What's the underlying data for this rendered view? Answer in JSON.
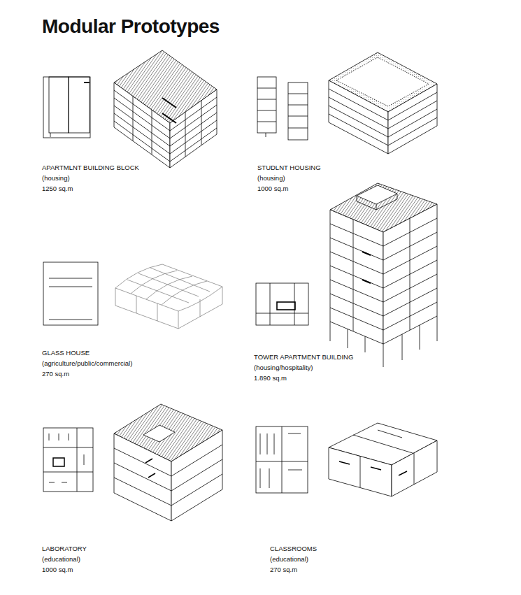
{
  "diagram": {
    "title": "Modular Prototypes",
    "labels": [
      "APARTMLNT BUILDING BLOCK",
      "(housing)",
      "1250 sq.m",
      "STUDLNT HOUSING",
      "(housing)",
      "1000 sq.m",
      "GLASS HOUSE",
      "(agriculture/public/commercial)",
      "270 sq.m",
      "TOWER APARTMENT BUILDING",
      "(housing/hospitality)",
      "1.890 sq.m",
      "LABORATORY",
      "(educational)",
      "1000 sq.m",
      "CLASSROOMS",
      "(educational)",
      "270 sq.m"
    ]
  }
}
